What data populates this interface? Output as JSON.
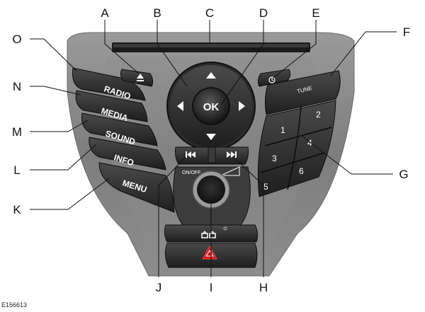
{
  "diagram": {
    "figure_id": "E156613",
    "callouts": [
      "A",
      "B",
      "C",
      "D",
      "E",
      "F",
      "G",
      "H",
      "I",
      "J",
      "K",
      "L",
      "M",
      "N",
      "O"
    ],
    "left_buttons": [
      "RADIO",
      "MEDIA",
      "SOUND",
      "INFO",
      "MENU"
    ],
    "center": {
      "ok_label": "OK",
      "onoff_label": "ON/OFF"
    },
    "right_panel": {
      "tune_label": "TUNE",
      "presets": [
        "1",
        "2",
        "3",
        "4",
        "5",
        "6"
      ]
    }
  }
}
